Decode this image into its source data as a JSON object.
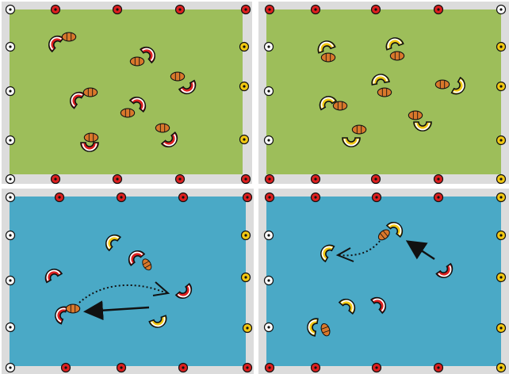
{
  "colors": {
    "page_bg": "#ffffff",
    "border_gray": "#dcdcdc",
    "field_green": "#9dbe5a",
    "field_blue": "#4aa9c6",
    "player_red": "#dd1f1f",
    "player_yellow": "#f2c812",
    "ball_orange": "#d9782b",
    "cone_red": "#dd1f1f",
    "cone_yellow": "#f2c812",
    "cone_white": "#ffffff",
    "ink": "#111111"
  },
  "panels": [
    {
      "id": "top-left",
      "surface": "green",
      "drill_team": "red"
    },
    {
      "id": "top-right",
      "surface": "green",
      "drill_team": "yellow"
    },
    {
      "id": "bottom-left",
      "surface": "blue",
      "drill_team": "mixed"
    },
    {
      "id": "bottom-right",
      "surface": "blue",
      "drill_team": "mixed"
    }
  ]
}
